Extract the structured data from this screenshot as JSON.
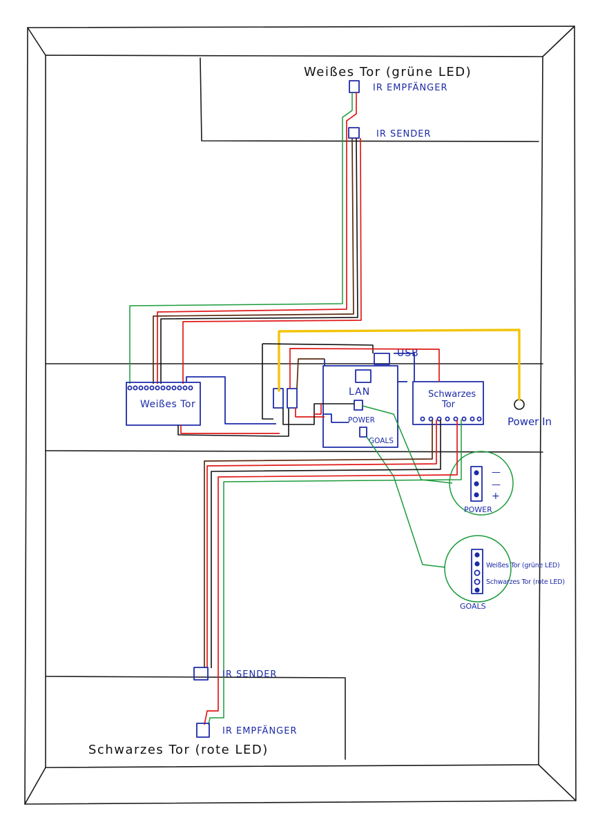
{
  "top_goal": {
    "title": "Weißes Tor (grüne LED)",
    "ir_receiver_label": "IR EMPFÄNGER",
    "ir_sender_label": "IR SENDER"
  },
  "bottom_goal": {
    "title": "Schwarzes Tor (rote LED)",
    "ir_sender_label": "IR SENDER",
    "ir_receiver_label": "IR EMPFÄNGER"
  },
  "controller": {
    "white_goal_board": "Weißes Tor",
    "black_goal_board_line1": "Schwarzes",
    "black_goal_board_line2": "Tor",
    "usb_label": "USB",
    "lan_label": "LAN",
    "power_label": "POWER",
    "goals_label": "GOALS",
    "power_in_label": "Power In"
  },
  "power_detail": {
    "label": "POWER",
    "pins": [
      "—",
      "—",
      "+"
    ]
  },
  "goals_detail": {
    "label": "GOALS",
    "pin_white": "Weißes Tor (grüne LED)",
    "pin_black": "Schwarzes Tor (rote LED)"
  },
  "colors": {
    "ink": "#1a1a1a",
    "pen_blue": "#1c2aa8",
    "wire_green": "#1a9a3a",
    "wire_red": "#e01818",
    "wire_brown": "#5a2a10",
    "wire_yellow": "#f2c40a"
  }
}
